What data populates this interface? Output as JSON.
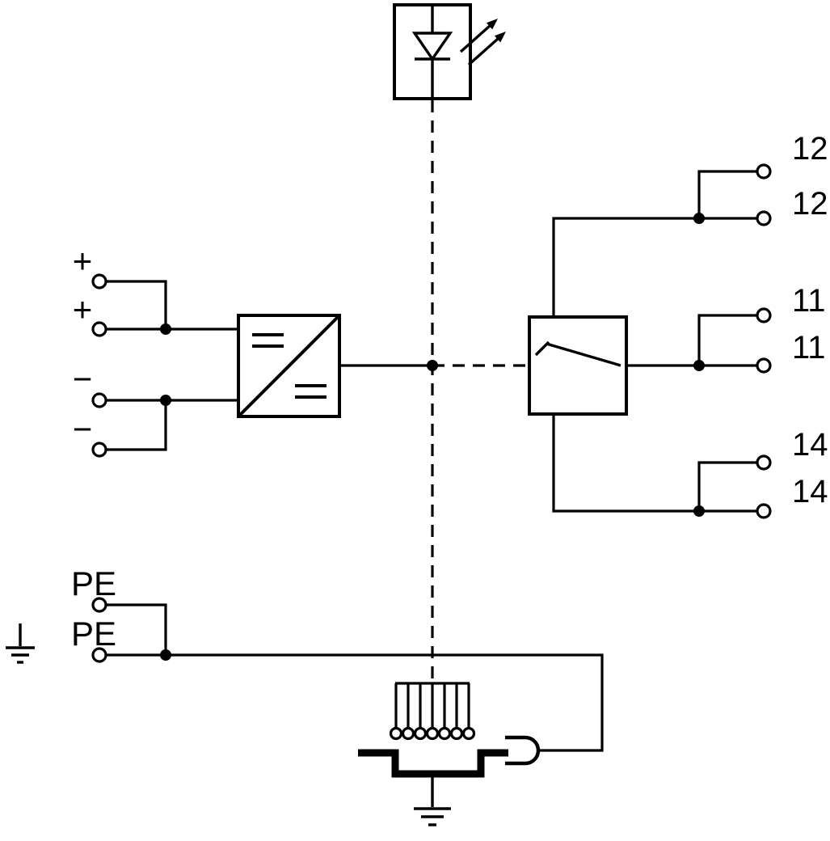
{
  "diagram": {
    "background": "#ffffff",
    "line_color": "#000000",
    "labels": {
      "plus_top": "+",
      "plus_bottom": "+",
      "minus_top": "−",
      "minus_bottom": "−",
      "pe_top": "PE",
      "pe_bottom": "PE",
      "contact_12_upper": "12",
      "contact_12_lower": "12",
      "contact_11_upper": "11",
      "contact_11_lower": "11",
      "contact_14_upper": "14",
      "contact_14_lower": "14"
    },
    "components": {
      "led_indicator": "led-diode-with-light-arrows",
      "converter": "dc-dc-converter-box",
      "relay": "relay-changeover-contact",
      "arrester": "pluggable-surge-arrester-base",
      "ground_left": "earth-ground-symbol",
      "ground_bottom": "earth-ground-symbol"
    }
  }
}
